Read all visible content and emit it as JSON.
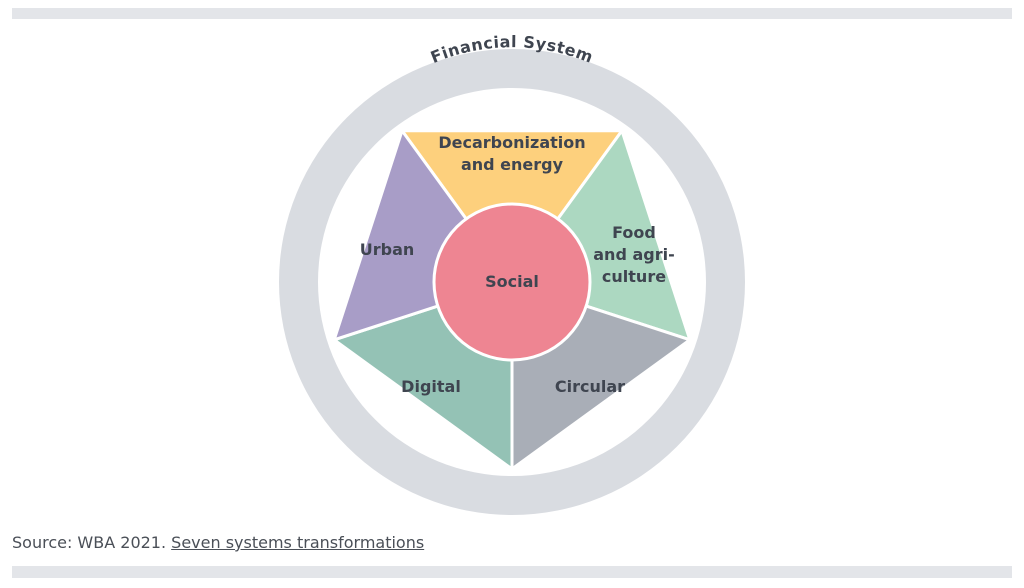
{
  "diagram": {
    "outer_ring_label": "Financial System",
    "center_label": "Social",
    "segments": [
      {
        "key": "decarbonization",
        "line1": "Decarbonization",
        "line2": "and energy",
        "line3": "",
        "color": "#fdd07d"
      },
      {
        "key": "food",
        "line1": "Food",
        "line2": "and agri-",
        "line3": "culture",
        "color": "#acd8c1"
      },
      {
        "key": "circular",
        "line1": "Circular",
        "line2": "",
        "line3": "",
        "color": "#a9aeb7"
      },
      {
        "key": "digital",
        "line1": "Digital",
        "line2": "",
        "line3": "",
        "color": "#94c2b5"
      },
      {
        "key": "urban",
        "line1": "Urban",
        "line2": "",
        "line3": "",
        "color": "#a89dc7"
      }
    ],
    "colors": {
      "ring": "#d9dce1",
      "center": "#ee8592",
      "separator": "#ffffff"
    }
  },
  "source": {
    "prefix": "Source: WBA 2021. ",
    "link_text": "Seven systems transformations"
  }
}
